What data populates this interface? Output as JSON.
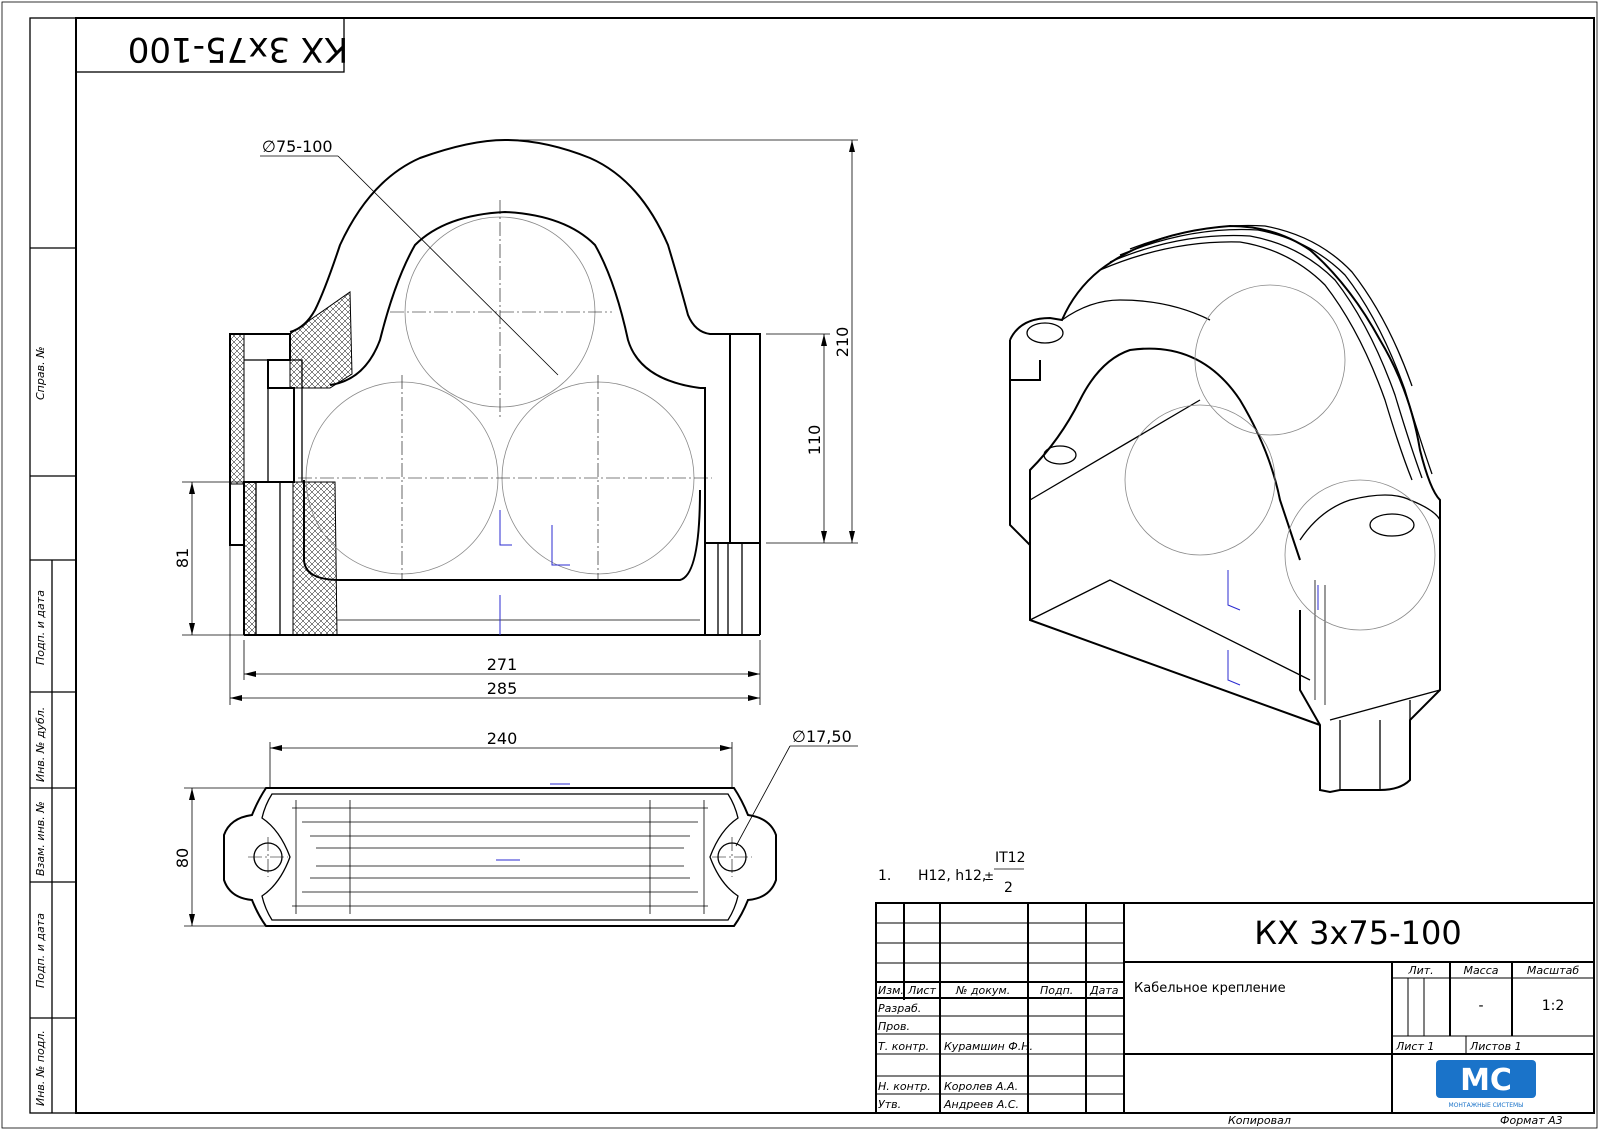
{
  "stamp_top": "КХ 3х75-100",
  "side_labels": {
    "sprav": "Справ. №",
    "podp_data_1": "Подп. и дата",
    "inv_dubl": "Инв. № дубл.",
    "vzam_inv": "Взам. инв. №",
    "podp_data_2": "Подп. и дата",
    "inv_podl": "Инв. № подл."
  },
  "dimensions": {
    "dia_outer": "∅75-100",
    "h210": "210",
    "h110": "110",
    "h81": "81",
    "w271": "271",
    "w285": "285",
    "w240": "240",
    "h80": "80",
    "dia_hole": "∅17,50"
  },
  "note": {
    "num": "1.",
    "text": "H12, h12,",
    "pm": "±",
    "numerator": "IT12",
    "denominator": "2"
  },
  "title_block": {
    "designation": "КХ 3х75-100",
    "name": "Кабельное крепление",
    "headers": {
      "izm": "Изм.",
      "list": "Лист",
      "doc": "№ докум.",
      "podp": "Подп.",
      "data": "Дата"
    },
    "roles": {
      "razrab": "Разраб.",
      "prov": "Пров.",
      "t_kontr": "Т. контр.",
      "n_kontr": "Н. контр.",
      "utv": "Утв."
    },
    "names": {
      "t_kontr": "Курамшин Ф.Н.",
      "n_kontr": "Королев А.А.",
      "utv": "Андреев А.С."
    },
    "lit_label": "Лит.",
    "mass_label": "Масса",
    "scale_label": "Масштаб",
    "mass_value": "-",
    "scale_value": "1:2",
    "sheet": "Лист 1",
    "sheets": "Листов 1",
    "logo_text": "МС",
    "logo_sub": "МОНТАЖНЫЕ СИСТЕМЫ",
    "copied": "Копировал",
    "format": "Формат А3"
  }
}
